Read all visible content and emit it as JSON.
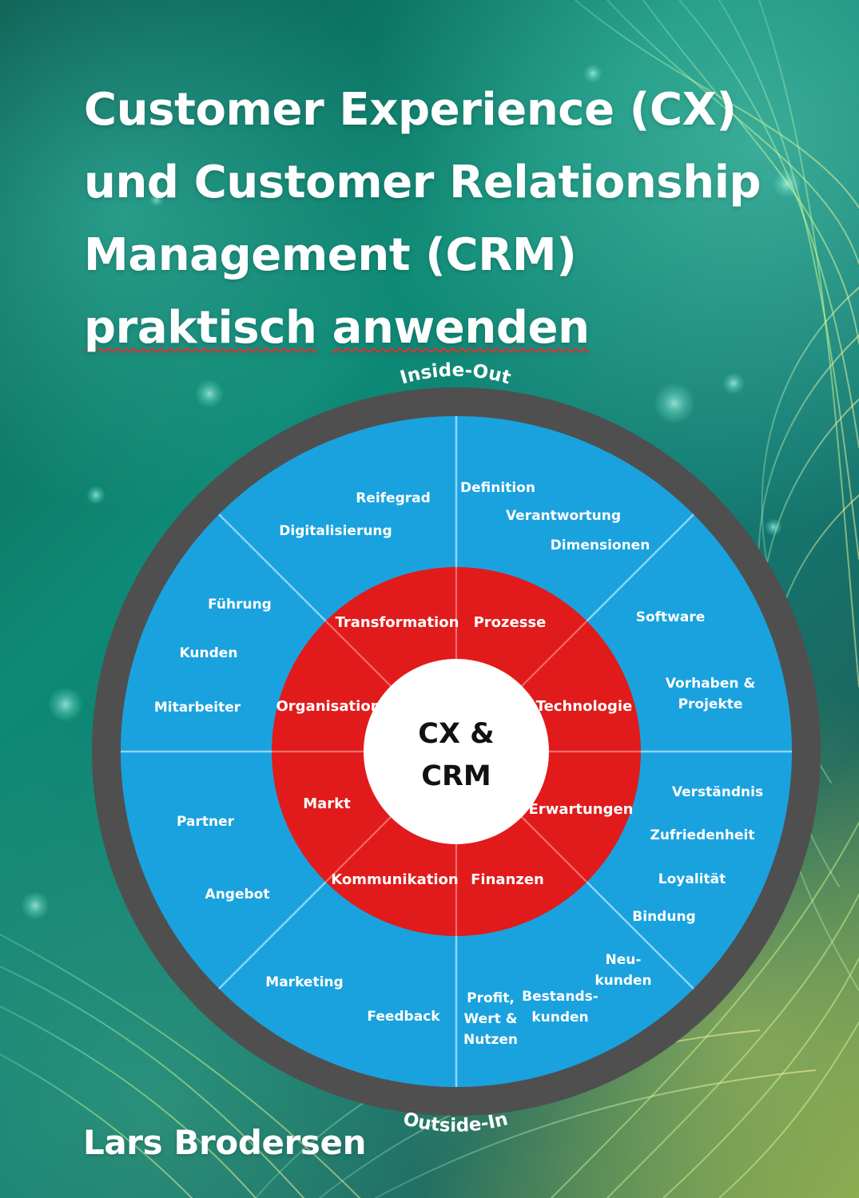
{
  "title": {
    "line1": "Customer Experience (CX)",
    "line2": "und Customer Relationship",
    "line3": "Management (CRM)",
    "line4a": "praktisch",
    "line4b": "anwenden"
  },
  "author": "Lars Brodersen",
  "diagram": {
    "top_label": "Inside-Out",
    "bottom_label": "Outside-In",
    "center": {
      "line1": "CX &",
      "line2": "CRM"
    },
    "inner": {
      "transformation": "Transformation",
      "prozesse": "Prozesse",
      "organisation": "Organisation",
      "technologie": "Technologie",
      "markt": "Markt",
      "erwartungen": "Erwartungen",
      "kommunikation": "Kommunikation",
      "finanzen": "Finanzen"
    },
    "outer": {
      "reifegrad": "Reifegrad",
      "digitalisierung": "Digitalisierung",
      "definition": "Definition",
      "verantwortung": "Verantwortung",
      "dimensionen": "Dimensionen",
      "fuehrung": "Führung",
      "kunden": "Kunden",
      "mitarbeiter": "Mitarbeiter",
      "software": "Software",
      "vorhaben_line1": "Vorhaben &",
      "vorhaben_line2": "Projekte",
      "partner": "Partner",
      "angebot": "Angebot",
      "verstaendnis": "Verständnis",
      "zufriedenheit": "Zufriedenheit",
      "loyalitaet": "Loyalität",
      "bindung": "Bindung",
      "marketing": "Marketing",
      "feedback": "Feedback",
      "profit_line1": "Profit,",
      "profit_line2": "Wert &",
      "profit_line3": "Nutzen",
      "bestands_line1": "Bestands-",
      "bestands_line2": "kunden",
      "neu_line1": "Neu-",
      "neu_line2": "kunden"
    }
  },
  "colors": {
    "outer_ring": "#4f4f50",
    "outer_blue": "#1aa2df",
    "inner_red": "#e11b1b",
    "center": "#ffffff"
  }
}
